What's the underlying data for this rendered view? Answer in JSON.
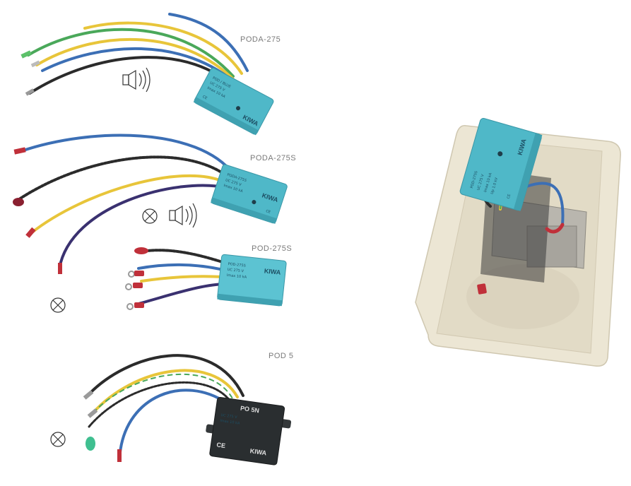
{
  "products": [
    {
      "label": "PODA-275",
      "brand": "KIWA"
    },
    {
      "label": "PODA-275S",
      "brand": "KIWA"
    },
    {
      "label": "POD-275S",
      "brand": "KIWA"
    },
    {
      "label": "POD 5",
      "brand": "KIWA",
      "model_text": "PO 5N",
      "marking": "CE"
    }
  ],
  "installed": {
    "brand": "KIWA"
  },
  "colors": {
    "module_teal": "#4fb8c8",
    "module_black": "#2a2e30",
    "plate_ivory": "#ece6d4",
    "wire_blue": "#3c6fb5",
    "wire_yellow": "#e8c53a",
    "wire_black": "#2b2b2b",
    "wire_green": "#4aa85a",
    "terminal_red": "#c0303a"
  },
  "icons": [
    "speaker-icon",
    "lamp-icon"
  ]
}
